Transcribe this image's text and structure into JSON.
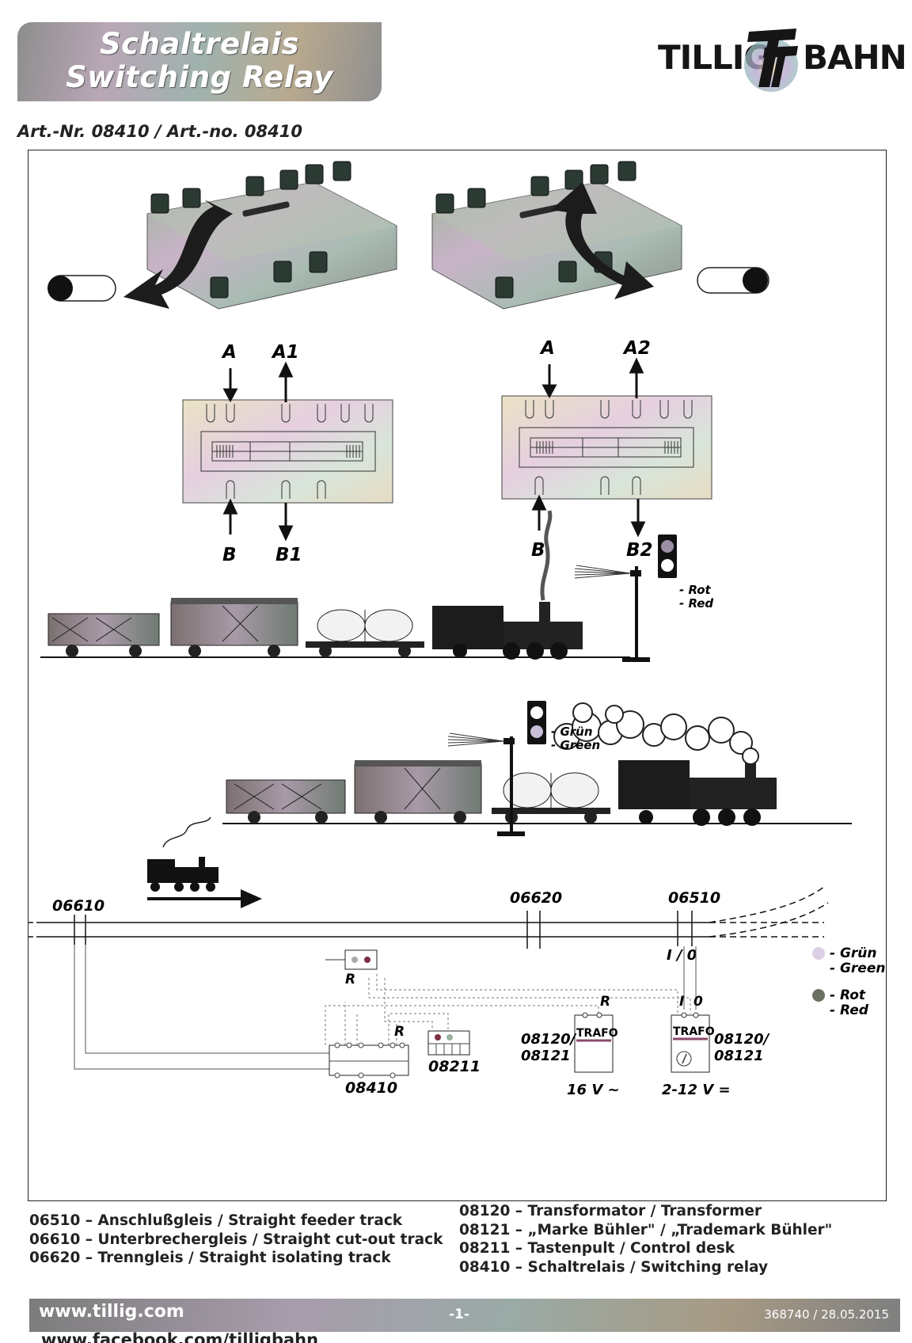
{
  "header": {
    "title_de": "Schaltrelais",
    "title_en": "Switching Relay",
    "logo_left": "TILLIG",
    "logo_mark": "TT",
    "logo_right": "BAHN",
    "article_number": "Art.-Nr. 08410 / Art.-no. 08410"
  },
  "relay_diagram": {
    "left": {
      "top_in": "A",
      "top_out": "A1",
      "bottom_in": "B",
      "bottom_out": "B1"
    },
    "right": {
      "top_in": "A",
      "top_out": "A2",
      "bottom_in": "B",
      "bottom_out": "B2"
    }
  },
  "signal_scene": {
    "red_de": "- Rot",
    "red_en": "- Red",
    "green_de": "- Grün",
    "green_en": "- Green"
  },
  "wiring": {
    "track_06610": "06610",
    "track_06620": "06620",
    "track_06510": "06510",
    "track_io": "I / 0",
    "terminal_r": "R",
    "relay": "08410",
    "control_desk": "08211",
    "trafo_label": "TRAFO",
    "trafo_model_a": "08120/",
    "trafo_model_b": "08121",
    "trafo_ac_r": "R",
    "trafo_dc_i": "I",
    "trafo_dc_0": "0",
    "voltage_ac": "16 V ~",
    "voltage_dc": "2-12 V =",
    "legend_green_de": "- Grün",
    "legend_green_en": "- Green",
    "legend_red_de": "- Rot",
    "legend_red_en": "- Red"
  },
  "legend": {
    "left": [
      "06510 – Anschlußgleis / Straight feeder track",
      "06610 – Unterbrechergleis / Straight cut-out track",
      "06620 – Trenngleis / Straight isolating track"
    ],
    "right": [
      "08120 – Transformator / Transformer",
      "08121 – „Marke Bühler\" / „Trademark Bühler\"",
      "08211 – Tastenpult / Control desk",
      "08410 – Schaltrelais / Switching relay"
    ]
  },
  "footer": {
    "website": "www.tillig.com",
    "page": "-1-",
    "doc_code": "368740 / 28.05.2015",
    "social": "www.facebook.com/tilligbahn"
  },
  "colors": {
    "green_led": "#d9c9e3",
    "red_led": "#6b7060",
    "banner": "#9a9a9a",
    "line": "#1a1a1a"
  }
}
